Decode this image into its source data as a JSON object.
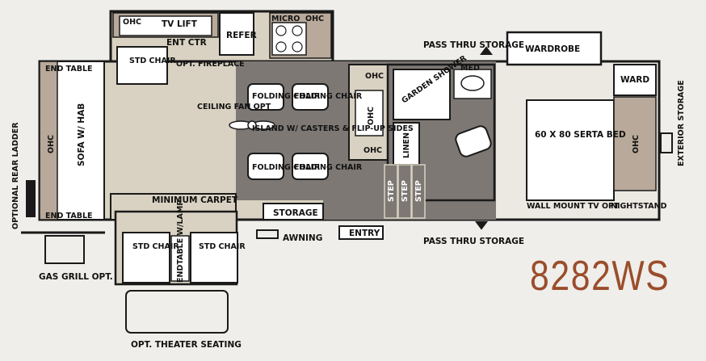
{
  "model": "8282WS",
  "colors": {
    "background": "#efeeea",
    "carpet": "#d9d2c2",
    "vinyl": "#7d7874",
    "cabinet": "#b8a99a",
    "wall": "#1a1a1a",
    "model_text": "#9a4d2b"
  },
  "labels": {
    "ohc_top": "OHC",
    "tv_lift": "TV LIFT",
    "ent_ctr": "ENT CTR",
    "refer": "REFER",
    "micro": "MICRO",
    "ohc_micro": "OHC",
    "std_chair_top": "STD CHAIR",
    "opt_fireplace": "OPT. FIREPLACE",
    "end_table_top": "END TABLE",
    "end_table_bottom": "END TABLE",
    "ohc_left": "OHC",
    "sofa": "SOFA W/ HAB",
    "ceiling_fan": "CEILING FAN OPT",
    "folding_chair_1": "FOLDING CHAIR",
    "folding_chair_2": "FOLDING CHAIR",
    "folding_chair_3": "FOLDING CHAIR",
    "folding_chair_4": "FOLDING CHAIR",
    "island": "ISLAND W/ CASTERS & FLIP-UP SIDES",
    "ohc_kitchen_top": "OHC",
    "ohc_kitchen_mid": "OHC",
    "ohc_kitchen_bottom": "OHC",
    "linen": "LINEN",
    "garden_shower": "GARDEN SHOWER",
    "med": "MED",
    "pass_thru_storage_top": "PASS THRU STORAGE",
    "pass_thru_storage_bottom": "PASS THRU STORAGE",
    "wardrobe": "WARDROBE",
    "ward": "WARD",
    "bed": "60 X 80 SERTA BED",
    "ohc_bedroom": "OHC",
    "exterior_storage": "EXTERIOR STORAGE",
    "wall_mount_tv": "WALL MOUNT TV OPT",
    "nightstand": "NIGHTSTAND",
    "step_1": "STEP",
    "step_2": "STEP",
    "step_3": "STEP",
    "minimum_carpet": "MINIMUM CARPET",
    "storage": "STORAGE",
    "entry": "ENTRY",
    "awning": "AWNING",
    "std_chair_left": "STD CHAIR",
    "std_chair_right": "STD CHAIR",
    "endtable_lamp": "ENDTABLE W/LAMP",
    "opt_rear_ladder": "OPTIONAL REAR LADDER",
    "gas_grill": "GAS GRILL OPT.",
    "theater_seating": "OPT. THEATER SEATING"
  }
}
